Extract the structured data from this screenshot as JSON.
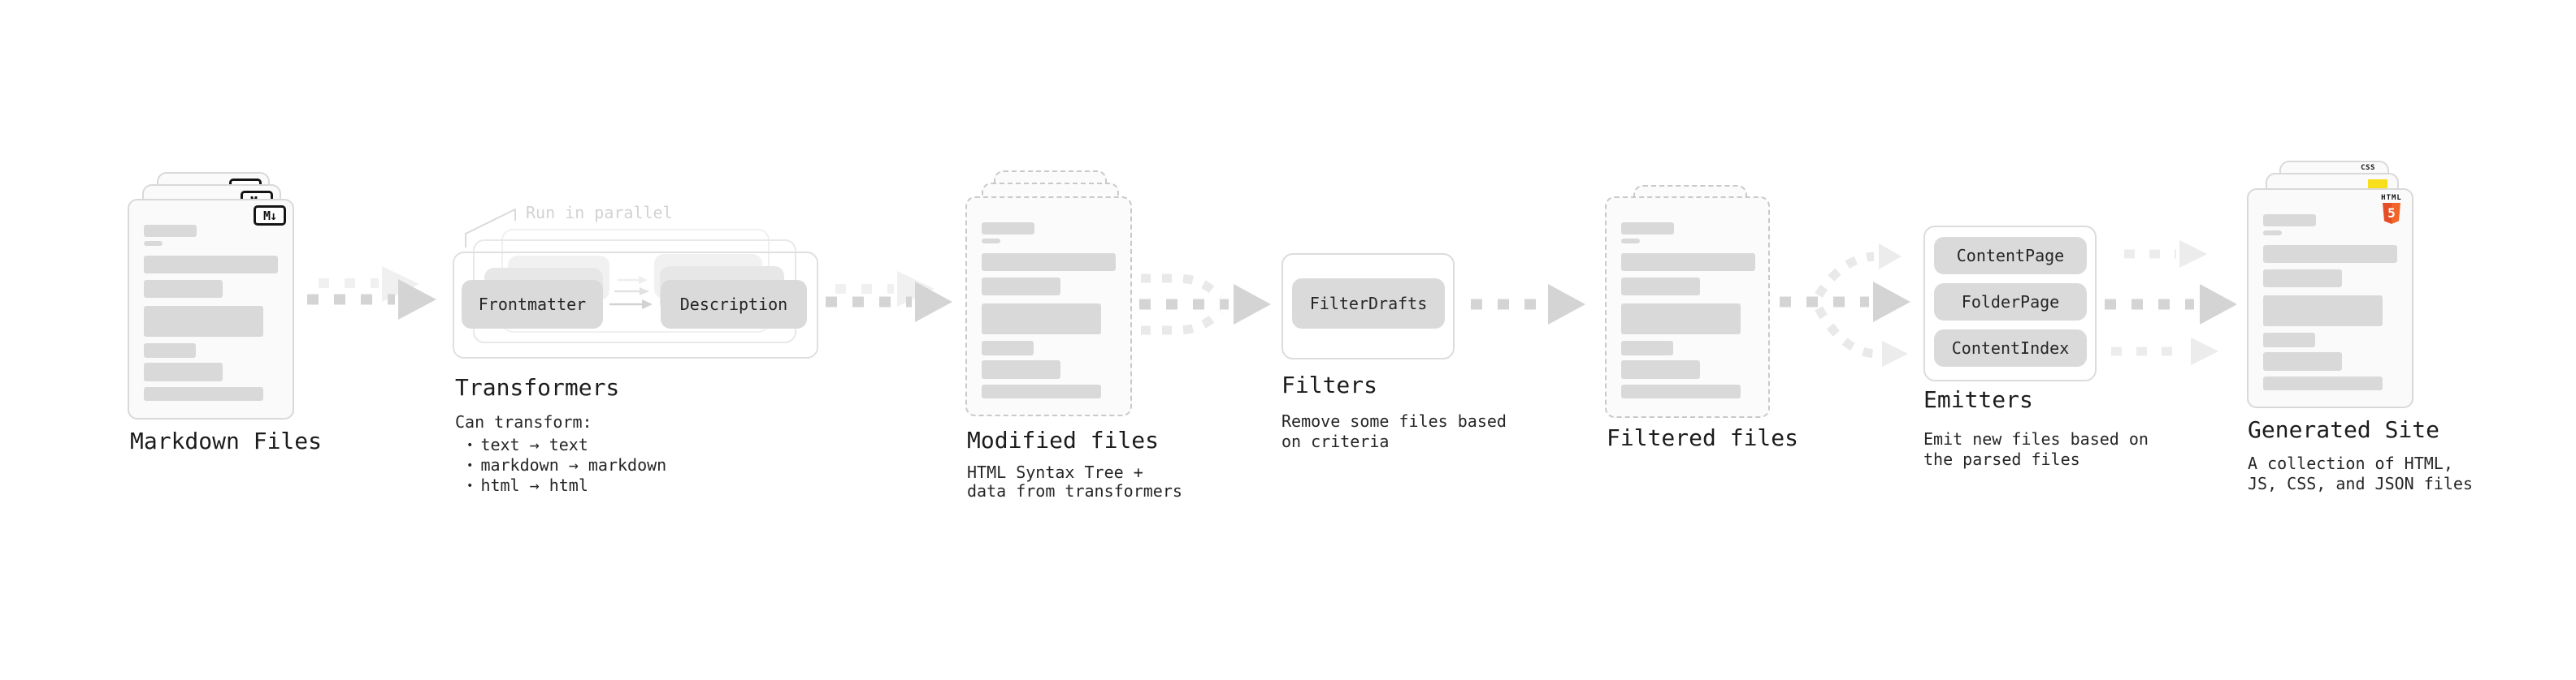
{
  "diagram": {
    "stages": {
      "markdown_files": {
        "title": "Markdown Files",
        "badge": "M↓"
      },
      "transformers": {
        "title": "Transformers",
        "annotation": "Run in parallel",
        "pill_left": "Frontmatter",
        "pill_right": "Description",
        "desc_heading": "Can transform:",
        "bullet_char": "•",
        "bullets": [
          "text → text",
          "markdown → markdown",
          "html → html"
        ]
      },
      "modified_files": {
        "title": "Modified files",
        "desc_line1": "HTML Syntax Tree +",
        "desc_line2": "data from transformers"
      },
      "filters": {
        "title": "Filters",
        "pill": "FilterDrafts",
        "desc_line1": "Remove some files based",
        "desc_line2": "on criteria"
      },
      "filtered_files": {
        "title": "Filtered files"
      },
      "emitters": {
        "title": "Emitters",
        "pills": [
          "ContentPage",
          "FolderPage",
          "ContentIndex"
        ],
        "desc_line1": "Emit new files based on",
        "desc_line2": "the parsed files"
      },
      "generated_site": {
        "title": "Generated Site",
        "desc_line1": "A collection of HTML,",
        "desc_line2": "JS, CSS, and JSON files",
        "badges": {
          "css_label": "CSS",
          "html_label": "HTML",
          "html_number": "5"
        }
      }
    },
    "colors": {
      "title_text": "#1c1c1c",
      "body_text": "#262626",
      "annotation_text": "#d2d2d2",
      "placeholder_bar": "#d9d9d9",
      "pill_fill": "#dadada",
      "arrow": "#d4d4d4",
      "arrow_light": "#ededed",
      "markdown_badge_border": "#151515",
      "html5_orange": "#e44d26",
      "js_yellow": "#f7df1e",
      "css_blue": "#2d60e8"
    }
  }
}
